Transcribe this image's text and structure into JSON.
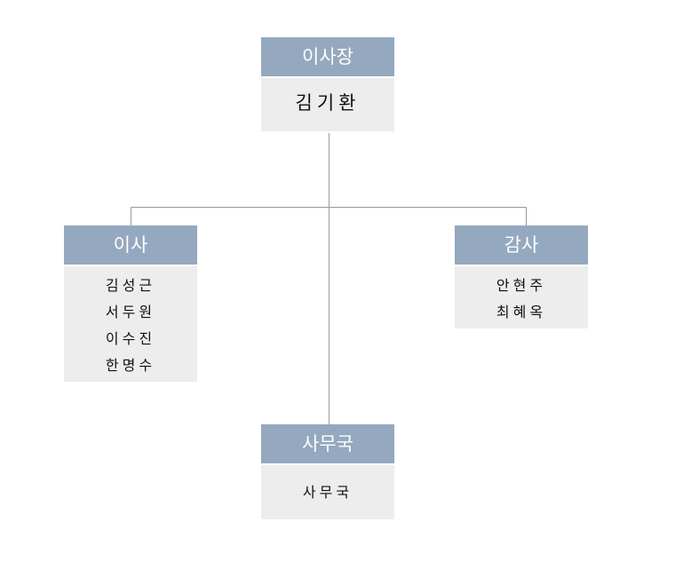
{
  "org_chart": {
    "chairman": {
      "title": "이사장",
      "members": [
        "김기환"
      ]
    },
    "directors": {
      "title": "이사",
      "members": [
        "김성근",
        "서두원",
        "이수진",
        "한명수"
      ]
    },
    "auditors": {
      "title": "감사",
      "members": [
        "안현주",
        "최혜옥"
      ]
    },
    "secretariat": {
      "title": "사무국",
      "members": [
        "사무국"
      ]
    }
  },
  "colors": {
    "header": "#94a8bf",
    "body": "#ededed",
    "connector": "#999999"
  }
}
